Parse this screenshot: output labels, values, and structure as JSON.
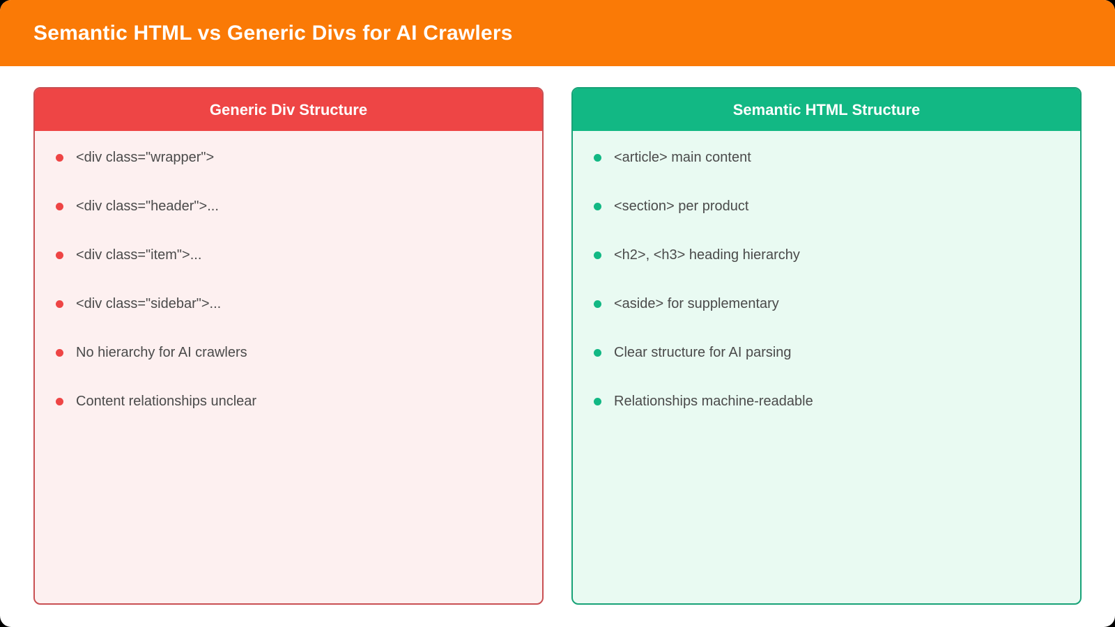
{
  "header": {
    "title": "Semantic HTML vs Generic Divs for AI Crawlers",
    "background": "#fa7a06",
    "text_color": "#ffffff"
  },
  "columns": [
    {
      "title": "Generic Div Structure",
      "accent": "#ee4545",
      "border": "#c94f52",
      "background": "#fdf0f0",
      "bullet_color": "#ee4545",
      "items": [
        "<div class=\"wrapper\">",
        "<div class=\"header\">...",
        "<div class=\"item\">...",
        "<div class=\"sidebar\">...",
        "No hierarchy for AI crawlers",
        "Content relationships unclear"
      ]
    },
    {
      "title": "Semantic HTML Structure",
      "accent": "#12b884",
      "border": "#17a277",
      "background": "#e9faf2",
      "bullet_color": "#12b884",
      "items": [
        "<article> main content",
        "<section> per product",
        "<h2>, <h3> heading hierarchy",
        "<aside> for supplementary",
        "Clear structure for AI parsing",
        "Relationships machine-readable"
      ]
    }
  ],
  "text_color": "#4a4a4a"
}
